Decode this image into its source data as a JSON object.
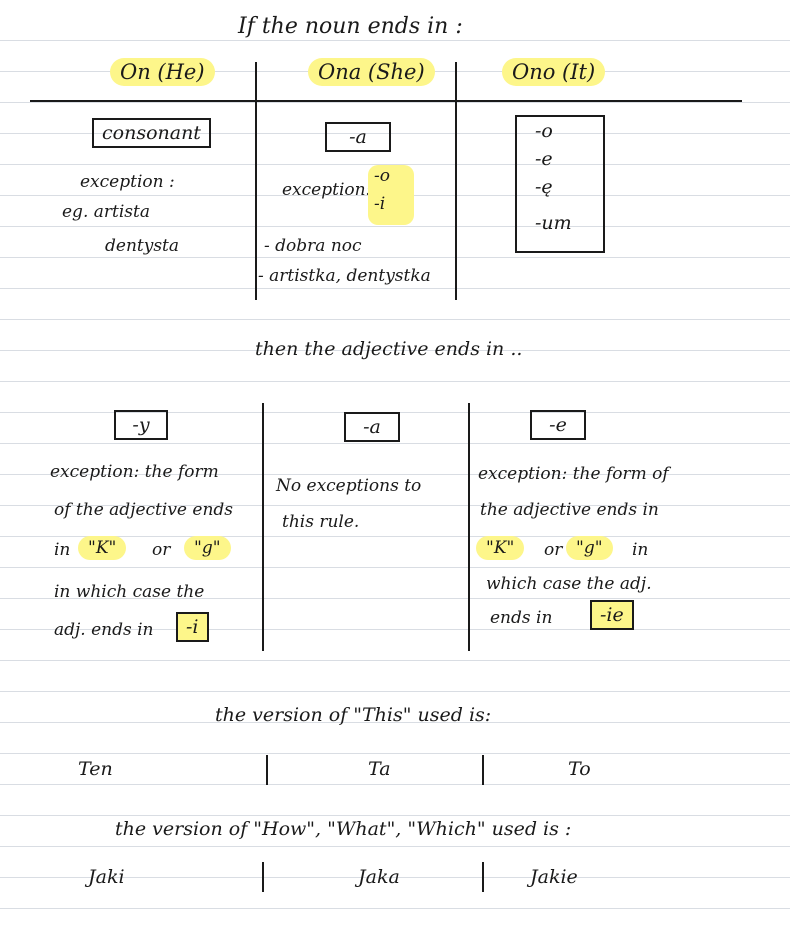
{
  "noun_section": {
    "heading": "If the noun ends in :",
    "columns": [
      {
        "label": "On (He)"
      },
      {
        "label": "Ona (She)"
      },
      {
        "label": "Ono (It)"
      }
    ],
    "masc_ending": "consonant",
    "masc_exception_label": "exception :",
    "masc_example_1": "eg. artista",
    "masc_example_2": "dentysta",
    "fem_ending": "-a",
    "fem_exception_label": "exception:",
    "fem_exception_1": "-o",
    "fem_exception_2": "-i",
    "fem_example_1": "- dobra noc",
    "fem_example_2": "- artistka, dentystka",
    "neut_endings": [
      "-o",
      "-e",
      "-ę",
      "-um"
    ]
  },
  "adjective_section": {
    "heading": "then the adjective ends in ..",
    "masc_ending": "-y",
    "masc_note": [
      "exception: the form",
      "of the adjective ends",
      "in",
      "\"K\"",
      "or",
      "\"g\"",
      "in which case the",
      "adj. ends in",
      "-i"
    ],
    "fem_ending": "-a",
    "fem_note": [
      "No exceptions to",
      "this rule."
    ],
    "neut_ending": "-e",
    "neut_note": [
      "exception: the form of",
      "the adjective ends in",
      "\"K\"",
      "or",
      "\"g\"",
      "in",
      "which case the adj.",
      "ends in",
      "-ie"
    ]
  },
  "this_section": {
    "heading": "the version of \"This\" used is:",
    "values": [
      "Ten",
      "Ta",
      "To"
    ]
  },
  "how_section": {
    "heading": "the version of \"How\", \"What\", \"Which\" used is :",
    "values": [
      "Jaki",
      "Jaka",
      "Jakie"
    ]
  },
  "colors": {
    "highlight": "#fdf68a",
    "ink": "#1a1a1a",
    "rule": "#d9dde3"
  }
}
